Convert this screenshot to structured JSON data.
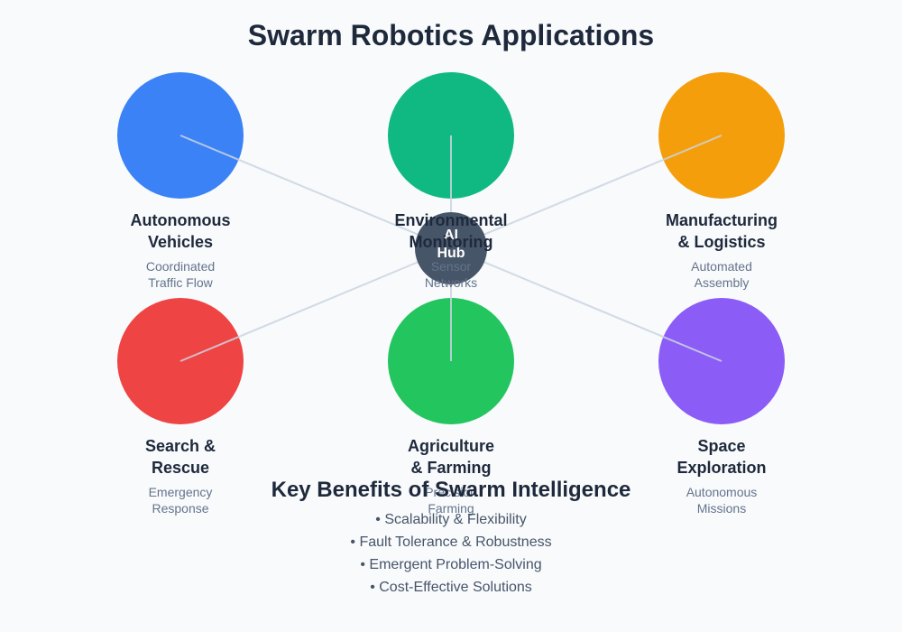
{
  "title": "Swarm Robotics Applications",
  "hub": {
    "lines": [
      "AI",
      "Hub"
    ],
    "color": "#475569"
  },
  "applications": [
    {
      "id": "autonomous-vehicles",
      "title_lines": [
        "Autonomous",
        "Vehicles"
      ],
      "subtitle_lines": [
        "Coordinated",
        "Traffic Flow"
      ],
      "color": "#3b82f6",
      "row": 0,
      "col": 0
    },
    {
      "id": "environmental-monitoring",
      "title_lines": [
        "Environmental",
        "Monitoring"
      ],
      "subtitle_lines": [
        "Sensor",
        "Networks"
      ],
      "color": "#10b981",
      "row": 0,
      "col": 1
    },
    {
      "id": "manufacturing-logistics",
      "title_lines": [
        "Manufacturing",
        "& Logistics"
      ],
      "subtitle_lines": [
        "Automated",
        "Assembly"
      ],
      "color": "#f59e0b",
      "row": 0,
      "col": 2
    },
    {
      "id": "search-rescue",
      "title_lines": [
        "Search &",
        "Rescue"
      ],
      "subtitle_lines": [
        "Emergency",
        "Response"
      ],
      "color": "#ef4444",
      "row": 1,
      "col": 0
    },
    {
      "id": "agriculture-farming",
      "title_lines": [
        "Agriculture",
        "& Farming"
      ],
      "subtitle_lines": [
        "Precision",
        "Farming"
      ],
      "color": "#22c55e",
      "row": 1,
      "col": 1
    },
    {
      "id": "space-exploration",
      "title_lines": [
        "Space",
        "Exploration"
      ],
      "subtitle_lines": [
        "Autonomous",
        "Missions"
      ],
      "color": "#8b5cf6",
      "row": 1,
      "col": 2
    }
  ],
  "benefits": {
    "title": "Key Benefits of Swarm Intelligence",
    "items": [
      "• Scalability & Flexibility",
      "• Fault Tolerance & Robustness",
      "• Emergent Problem-Solving",
      "• Cost-Effective Solutions"
    ]
  }
}
